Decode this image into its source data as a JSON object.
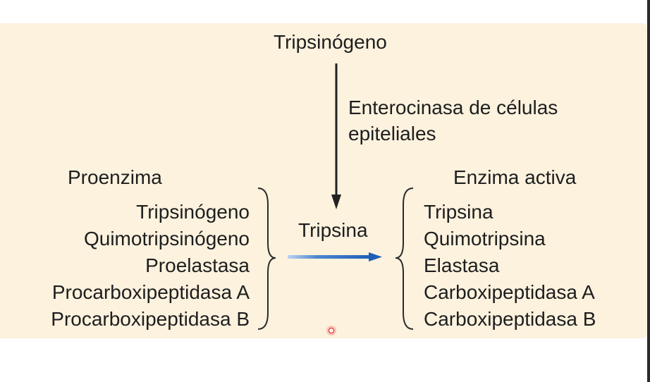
{
  "diagram": {
    "source": "Tripsinógeno",
    "activator": "Enterocinasa de células epiteliales",
    "activator_lines": [
      "Enterocinasa de células",
      "epiteliales"
    ],
    "catalyst": "Tripsina",
    "left_header": "Proenzima",
    "right_header": "Enzima activa",
    "proenzymes": [
      "Tripsinógeno",
      "Quimotripsinógeno",
      "Proelastasa",
      "Procarboxipeptidasa A",
      "Procarboxipeptidasa B"
    ],
    "active_enzymes": [
      "Tripsina",
      "Quimotripsina",
      "Elastasa",
      "Carboxipeptidasa A",
      "Carboxipeptidasa B"
    ]
  },
  "colors": {
    "panel_background": "#fcf2de",
    "arrow_dark": "#222222",
    "arrow_blue": "#1f5fb5",
    "text": "#1e1e1e",
    "cursor": "#e0141e"
  }
}
